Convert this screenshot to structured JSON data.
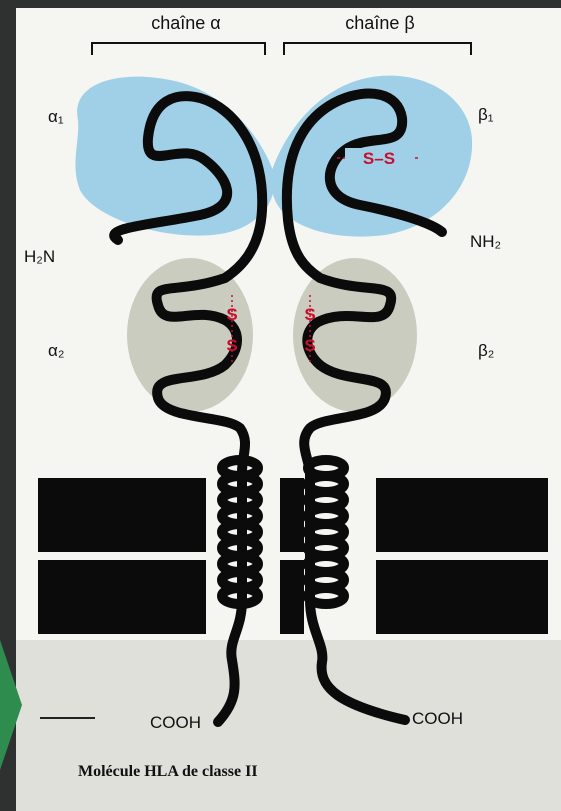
{
  "header": {
    "alpha_chain": "chaîne α",
    "beta_chain": "chaîne β"
  },
  "domains": {
    "alpha1": "α₁",
    "beta1": "β₁",
    "alpha2": "α₂",
    "beta2": "β₂"
  },
  "termini": {
    "alpha_n": "H₂N",
    "beta_n": "NH₂",
    "alpha_c": "COOH",
    "beta_c": "COOH"
  },
  "disulfide": {
    "s": "S",
    "bond": "S–S"
  },
  "caption": "Molécule HLA de classe II",
  "colors": {
    "alpha1_beta1_domain": "#9fd0e8",
    "alpha2_beta2_domain": "#c9ccbf",
    "membrane": "#0b0b0b",
    "disulfide": "#c8102e"
  }
}
